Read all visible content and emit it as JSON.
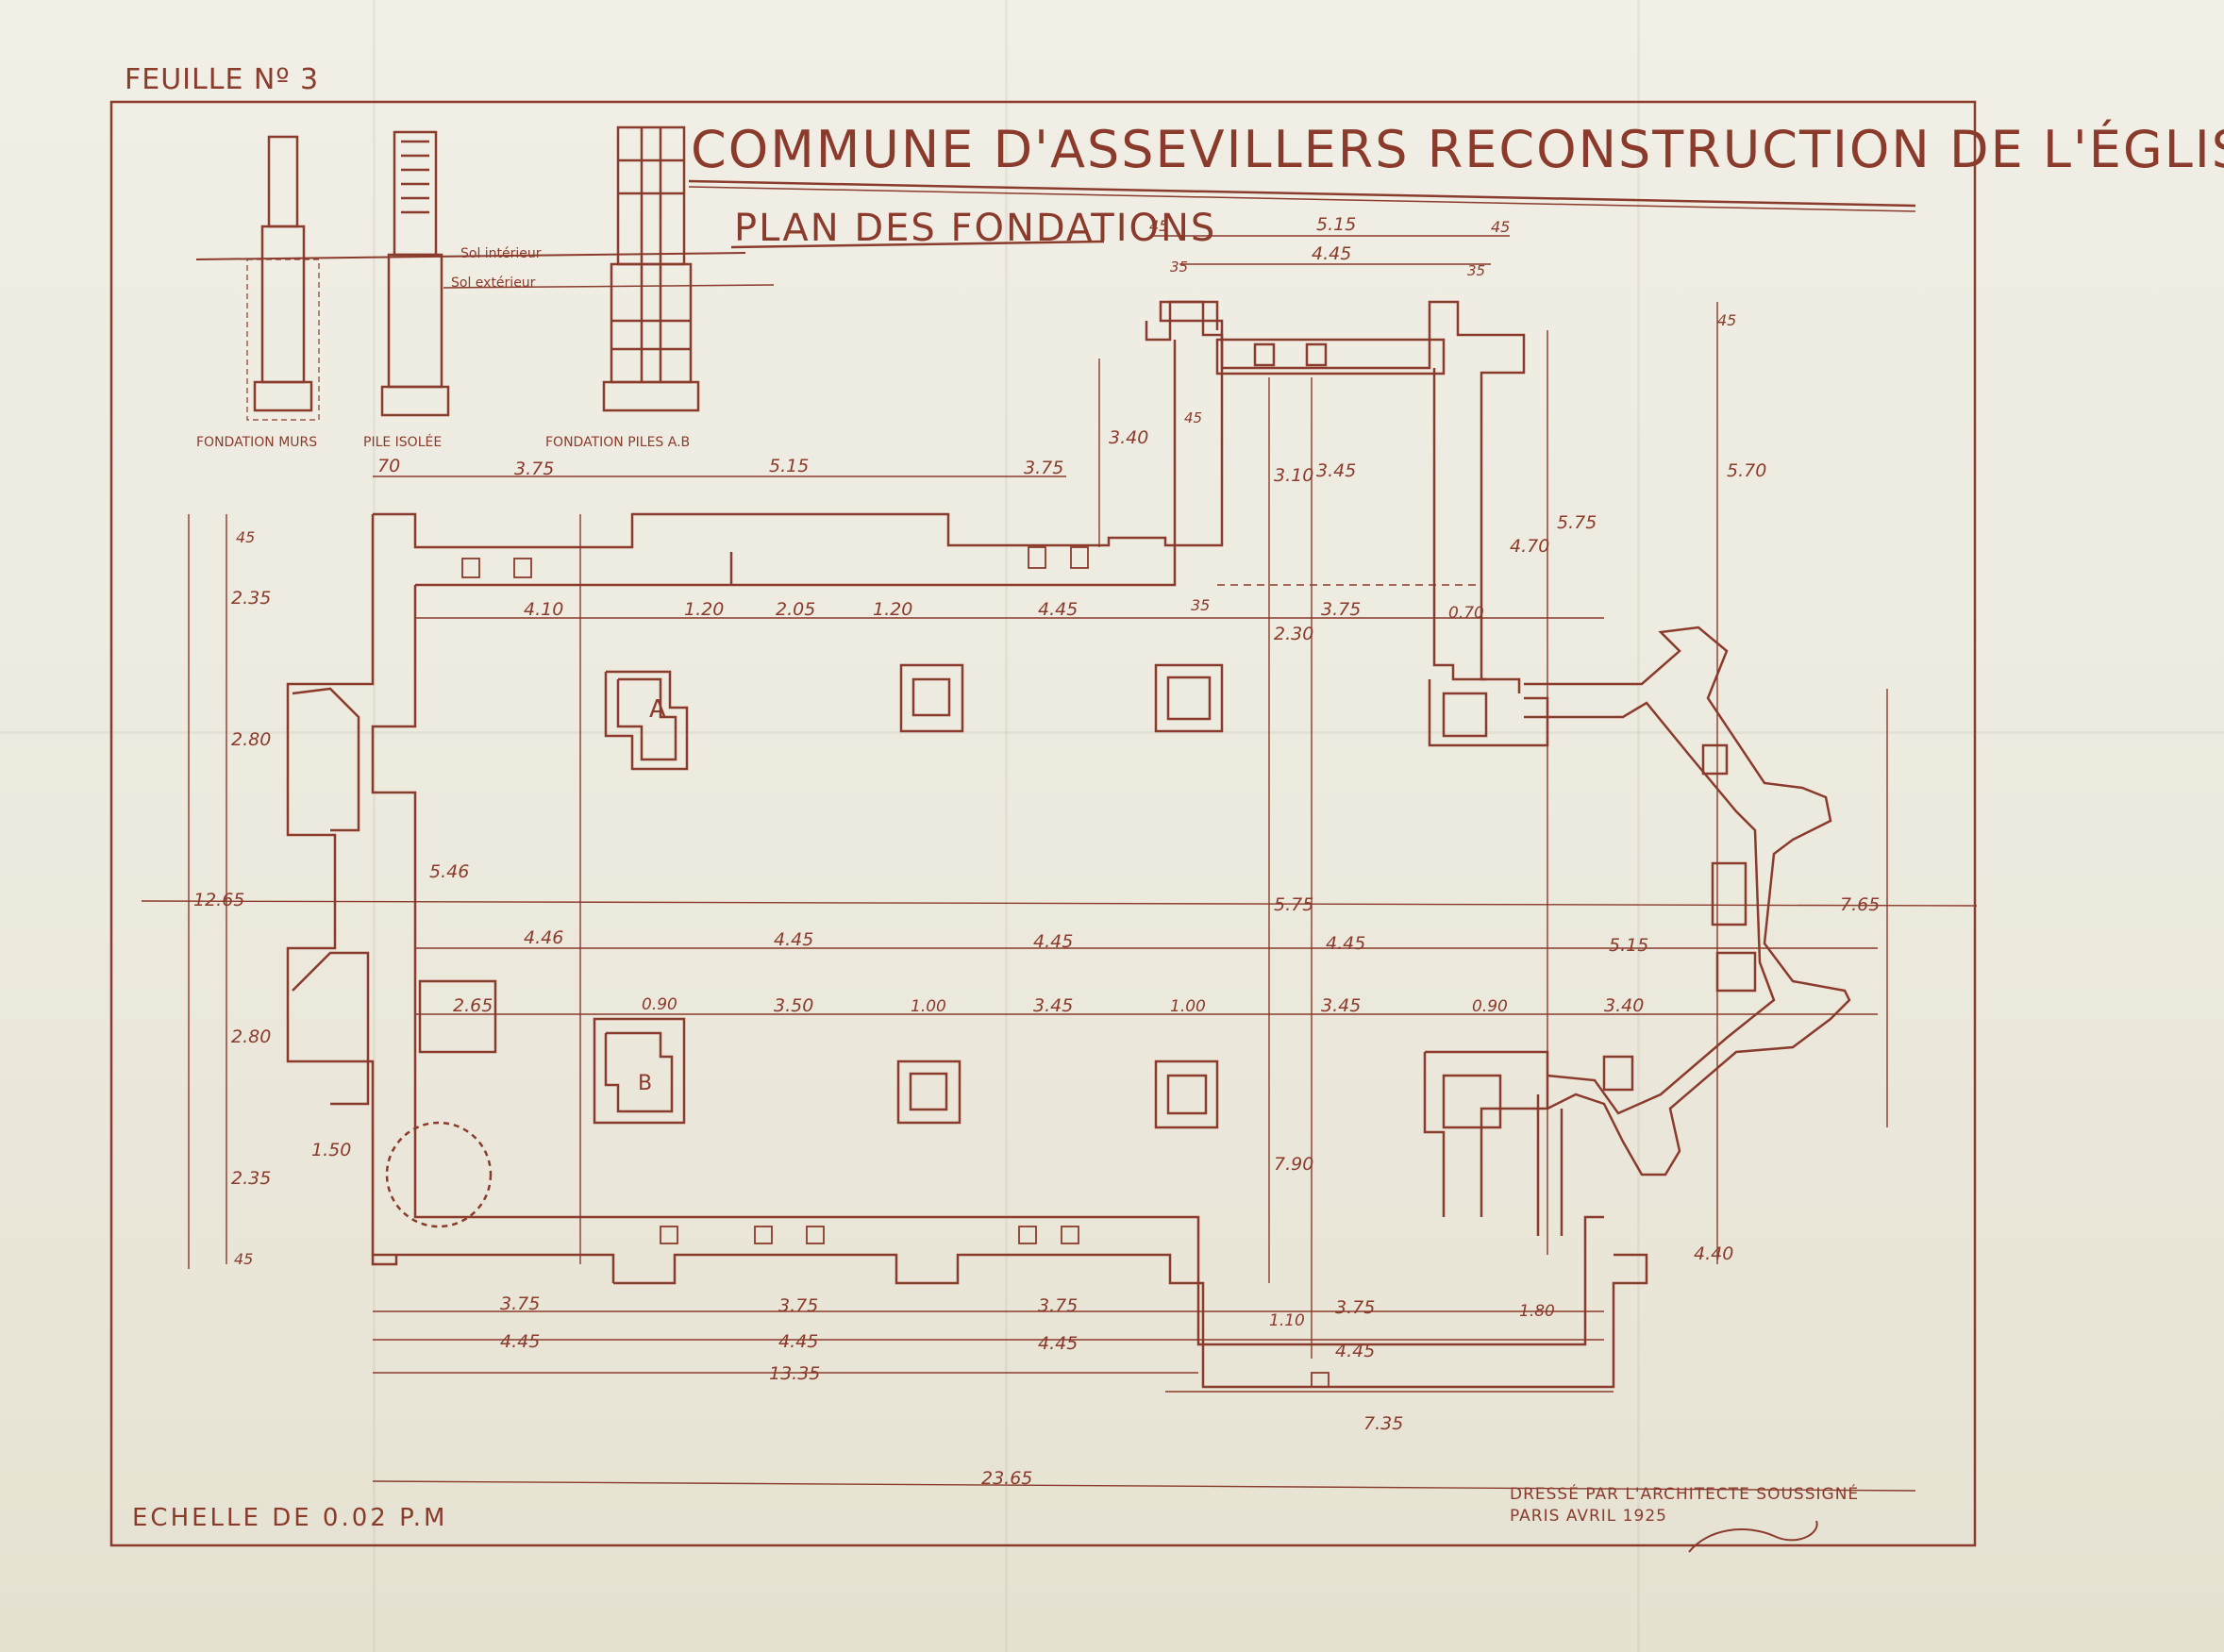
{
  "sheet_label": "FEUILLE Nº 3",
  "title": "COMMUNE D'ASSEVILLERS RECONSTRUCTION DE L'ÉGLISE",
  "subtitle": "PLAN DES FONDATIONS",
  "scale_note": "ECHELLE DE 0.02 P.M",
  "section_labels": {
    "sol_interieur": "Sol intérieur",
    "sol_exterieur": "Sol extérieur",
    "fondation_murs": "FONDATION MURS",
    "pile_isolee": "PILE ISOLÉE",
    "fondation_piles": "FONDATION PILES A.B"
  },
  "pile_labels": {
    "a": "A",
    "b": "B"
  },
  "signature": {
    "line1": "DRESSÉ PAR L'ARCHITECTE SOUSSIGNÉ",
    "line2": "PARIS AVRIL 1925"
  },
  "dimensions": {
    "top_left_70": "70",
    "top_375a": "3.75",
    "top_515": "5.15",
    "top_375b": "3.75",
    "tower_45a": "45",
    "tower_515": "5.15",
    "tower_45b": "45",
    "tower_445": "4.45",
    "tower_35a": "35",
    "tower_35b": "35",
    "tower_340": "3.40",
    "tower_310": "3.10",
    "tower_345": "3.45",
    "tower_45c": "45",
    "right_45": "45",
    "right_570": "5.70",
    "right_575": "5.75",
    "right_470": "4.70",
    "row_410": "4.10",
    "row_120a": "1.20",
    "row_205": "2.05",
    "row_120b": "1.20",
    "row_445": "4.45",
    "row_35": "35",
    "row_375": "3.75",
    "row_70": "0.70",
    "row_230": "2.30",
    "left_45a": "45",
    "left_235a": "2.35",
    "left_280a": "2.80",
    "left_1265": "12.65",
    "left_280b": "2.80",
    "left_235b": "2.35",
    "left_45b": "45",
    "left_150": "1.50",
    "mid_446": "4.46",
    "mid_445a": "4.45",
    "mid_445b": "4.45",
    "mid_445c": "4.45",
    "mid_515": "5.15",
    "mid_546": "5.46",
    "mid_575": "5.75",
    "mid_765": "7.65",
    "row2_265": "2.65",
    "row2_090a": "0.90",
    "row2_350": "3.50",
    "row2_100a": "1.00",
    "row2_345a": "3.45",
    "row2_100b": "1.00",
    "row2_345b": "3.45",
    "row2_090b": "0.90",
    "row2_340": "3.40",
    "apse_790": "7.90",
    "apse_440": "4.40",
    "bot_375a": "3.75",
    "bot_375b": "3.75",
    "bot_375c": "3.75",
    "bot_375d": "3.75",
    "bot_445a": "4.45",
    "bot_445b": "4.45",
    "bot_445c": "4.45",
    "bot_445d": "4.45",
    "bot_1335": "13.35",
    "bot_735": "7.35",
    "bot_2365": "23.65",
    "bot_110": "1.10",
    "bot_180": "1.80"
  }
}
